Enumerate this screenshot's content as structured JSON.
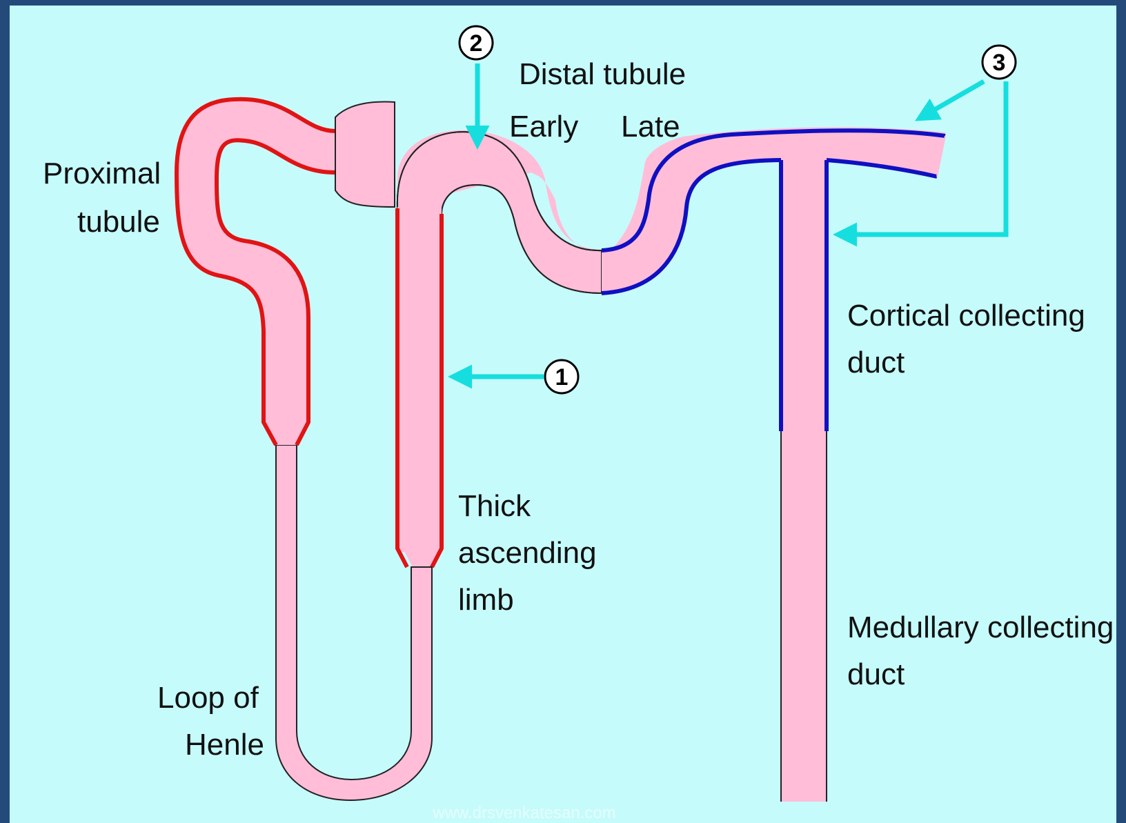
{
  "labels": {
    "proximal_line1": "Proximal",
    "proximal_line2": "tubule",
    "distal_tubule": "Distal tubule",
    "early": "Early",
    "late": "Late",
    "cortical_line1": "Cortical collecting",
    "cortical_line2": "duct",
    "thick_line1": "Thick",
    "thick_line2": "ascending",
    "thick_line3": "limb",
    "medullary_line1": "Medullary collecting",
    "medullary_line2": "duct",
    "loop_line1": "Loop of",
    "loop_line2": "Henle"
  },
  "markers": {
    "m1": "1",
    "m2": "2",
    "m3": "3"
  },
  "watermark": "www.drsvenkatesan.com",
  "colors": {
    "background": "#c6fbfb",
    "border": "#244a7a",
    "tubule_fill": "#ffbdd8",
    "red_segment": "#e01414",
    "blue_segment": "#1010c0",
    "arrow": "#16dede"
  }
}
